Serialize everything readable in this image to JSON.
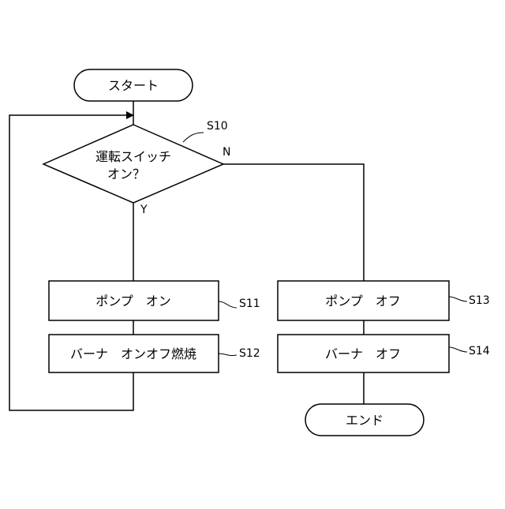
{
  "flowchart": {
    "start_label": "スタート",
    "end_label": "エンド",
    "decision": {
      "line1": "運転スイッチ",
      "line2": "オン？",
      "step": "S10",
      "yes_label": "Y",
      "no_label": "N"
    },
    "process": {
      "pump_on": {
        "label": "ポンプ　オン",
        "step": "S11"
      },
      "burner_on": {
        "label": "バーナ　オンオフ燃焼",
        "step": "S12"
      },
      "pump_off": {
        "label": "ポンプ　オフ",
        "step": "S13"
      },
      "burner_off": {
        "label": "バーナ　オフ",
        "step": "S14"
      }
    }
  }
}
